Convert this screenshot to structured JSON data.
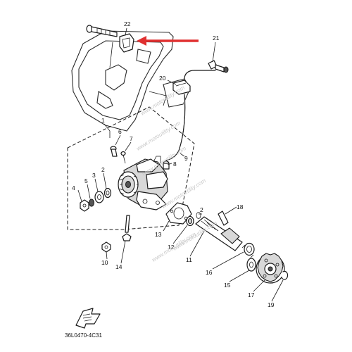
{
  "document": {
    "code": "36L0470-4C31"
  },
  "watermark": {
    "text": "www.motoutility.com"
  },
  "colors": {
    "arrow": "#e03030",
    "line": "#1a1a1a"
  },
  "callouts": {
    "c1": "1",
    "c2a": "2",
    "c2b": "2",
    "c3": "3",
    "c4": "4",
    "c5": "5",
    "c6": "6",
    "c7": "7",
    "c8": "8",
    "c9": "9",
    "c10": "10",
    "c11": "11",
    "c12": "12",
    "c13": "13",
    "c14": "14",
    "c15": "15",
    "c16": "16",
    "c17": "17",
    "c18": "18",
    "c19": "19",
    "c20": "20",
    "c21": "21",
    "c22": "22"
  },
  "icons": {
    "front_arrow": "fwd-arrow-icon",
    "highlight_arrow": "red-pointer-arrow"
  }
}
